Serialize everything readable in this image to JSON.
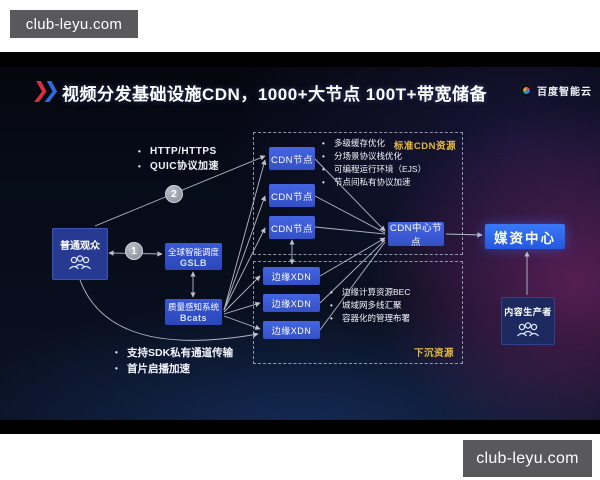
{
  "watermark": {
    "top": "club-leyu.com",
    "bottom": "club-leyu.com"
  },
  "header": {
    "title": "视频分发基础设施CDN，1000+大节点 100T+带宽储备",
    "logo_text": "百度智能云"
  },
  "protocol_notes": [
    "HTTP/HTTPS",
    "QUIC协议加速"
  ],
  "sdk_notes": [
    "支持SDK私有通道传输",
    "首片启播加速"
  ],
  "viewer": {
    "label": "普通观众"
  },
  "gslb": {
    "line1": "全球智能调度",
    "line2": "GSLB"
  },
  "bcats": {
    "line1": "质量感知系统",
    "line2": "Bcats"
  },
  "steps": {
    "one": "1",
    "two": "2"
  },
  "standard": {
    "label": "标准CDN资源",
    "nodes": [
      "CDN节点",
      "CDN节点",
      "CDN节点"
    ],
    "bullets": [
      "多级缓存优化",
      "分场景协议栈优化",
      "可编程运行环境（EJS）",
      "节点间私有协议加速"
    ]
  },
  "sink": {
    "label": "下沉资源",
    "nodes": [
      "边缘XDN",
      "边缘XDN",
      "边缘XDN"
    ],
    "bullets": [
      "边缘计算资源BEC",
      "城域网多线汇聚",
      "容器化的管理布署"
    ]
  },
  "center_node": {
    "label": "CDN中心节点"
  },
  "media_center": {
    "label": "媒资中心"
  },
  "producer": {
    "label": "内容生产者"
  },
  "colors": {
    "node_blue": "#3a57d0",
    "media_blue": "#2e6cf0",
    "label_yellow": "#e7ba3e",
    "line_gray": "#cdd4e0"
  }
}
